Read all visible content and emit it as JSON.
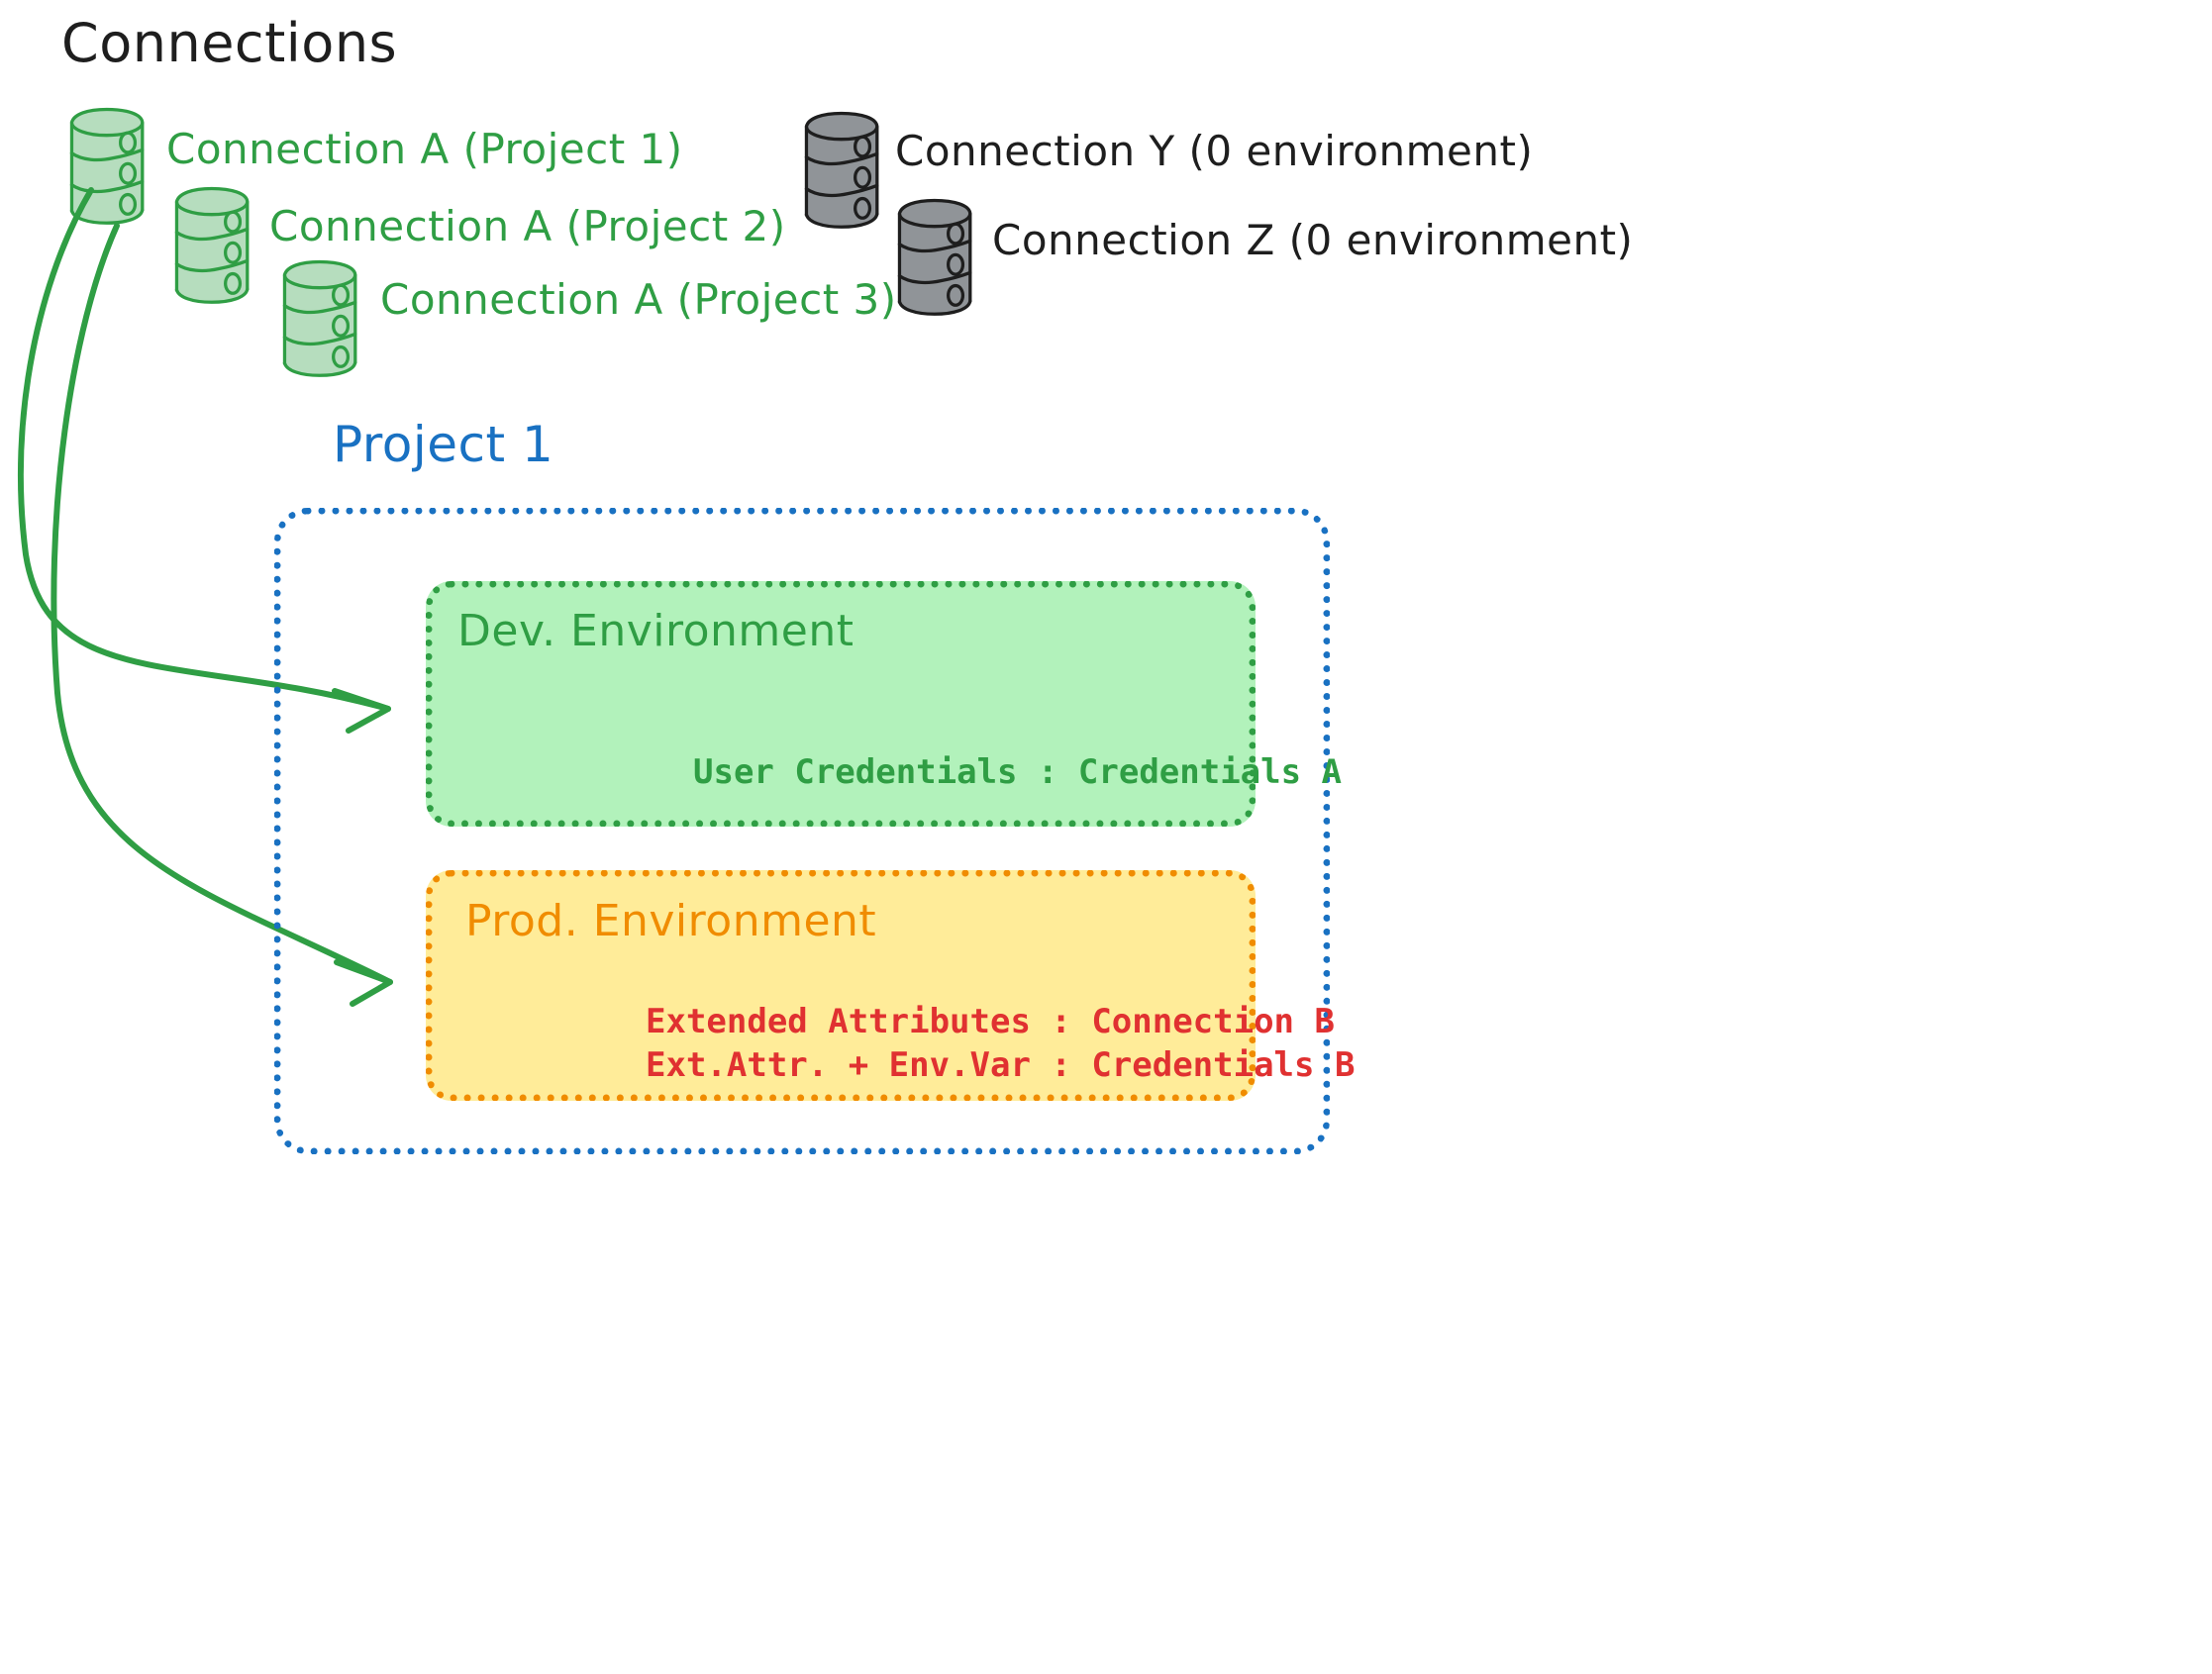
{
  "diagram": {
    "title": "Connections",
    "title_color": "#1e1e1e",
    "colors": {
      "green": "#2f9e44",
      "green_fill": "#b2f2bb",
      "blue": "#1971c2",
      "orange": "#f08c00",
      "orange_fill": "#ffec99",
      "red": "#e03131",
      "gray_fill": "#ced4da",
      "gray_stroke": "#1e1e1e"
    }
  },
  "connections": {
    "green": [
      {
        "label": "Connection A (Project 1)",
        "icon": "database-cylinder-icon",
        "color": "#2f9e44"
      },
      {
        "label": "Connection A (Project 2)",
        "icon": "database-cylinder-icon",
        "color": "#2f9e44"
      },
      {
        "label": "Connection A (Project 3)",
        "icon": "database-cylinder-icon",
        "color": "#2f9e44"
      }
    ],
    "gray": [
      {
        "label": "Connection Y (0 environment)",
        "icon": "database-cylinder-icon",
        "color": "#1e1e1e"
      },
      {
        "label": "Connection Z (0 environment)",
        "icon": "database-cylinder-icon",
        "color": "#1e1e1e"
      }
    ]
  },
  "project": {
    "title": "Project 1",
    "environments": [
      {
        "title": "Dev. Environment",
        "lines": [
          "User Credentials : Credentials A"
        ]
      },
      {
        "title": "Prod. Environment",
        "lines": [
          "Extended Attributes : Connection B",
          "Ext.Attr. + Env.Var : Credentials B"
        ]
      }
    ]
  }
}
